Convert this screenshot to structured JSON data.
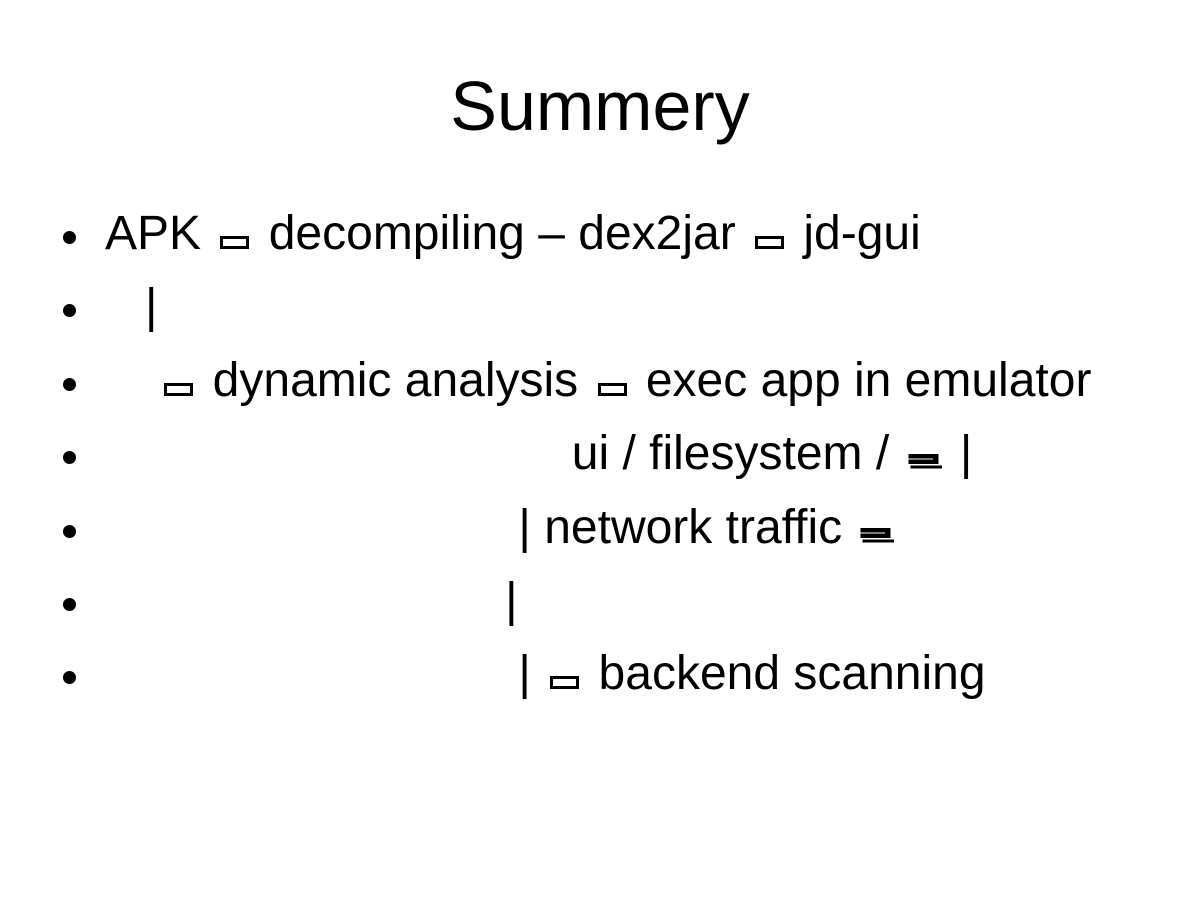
{
  "slide": {
    "title": "Summery",
    "colors": {
      "text": "#000000",
      "background": "#ffffff"
    },
    "glyphs": {
      "box": "missing-glyph-box",
      "flat": "missing-glyph-flat"
    },
    "bullets": [
      {
        "segments": [
          {
            "type": "text",
            "value": "APK "
          },
          {
            "type": "box"
          },
          {
            "type": "text",
            "value": " decompiling – dex2jar "
          },
          {
            "type": "box"
          },
          {
            "type": "text",
            "value": " jd-gui"
          }
        ]
      },
      {
        "segments": [
          {
            "type": "text",
            "value": "   |"
          }
        ]
      },
      {
        "segments": [
          {
            "type": "text",
            "value": "    "
          },
          {
            "type": "box"
          },
          {
            "type": "text",
            "value": " dynamic analysis "
          },
          {
            "type": "box"
          },
          {
            "type": "text",
            "value": " exec app in emulator"
          }
        ]
      },
      {
        "segments": [
          {
            "type": "text",
            "value": "                                   ui / filesystem / "
          },
          {
            "type": "flat"
          },
          {
            "type": "text",
            "value": " |"
          }
        ]
      },
      {
        "segments": [
          {
            "type": "text",
            "value": "                               | network traffic "
          },
          {
            "type": "flat"
          }
        ]
      },
      {
        "segments": [
          {
            "type": "text",
            "value": "                              |"
          }
        ]
      },
      {
        "segments": [
          {
            "type": "text",
            "value": "                               | "
          },
          {
            "type": "box"
          },
          {
            "type": "text",
            "value": " backend scanning"
          }
        ]
      }
    ]
  }
}
